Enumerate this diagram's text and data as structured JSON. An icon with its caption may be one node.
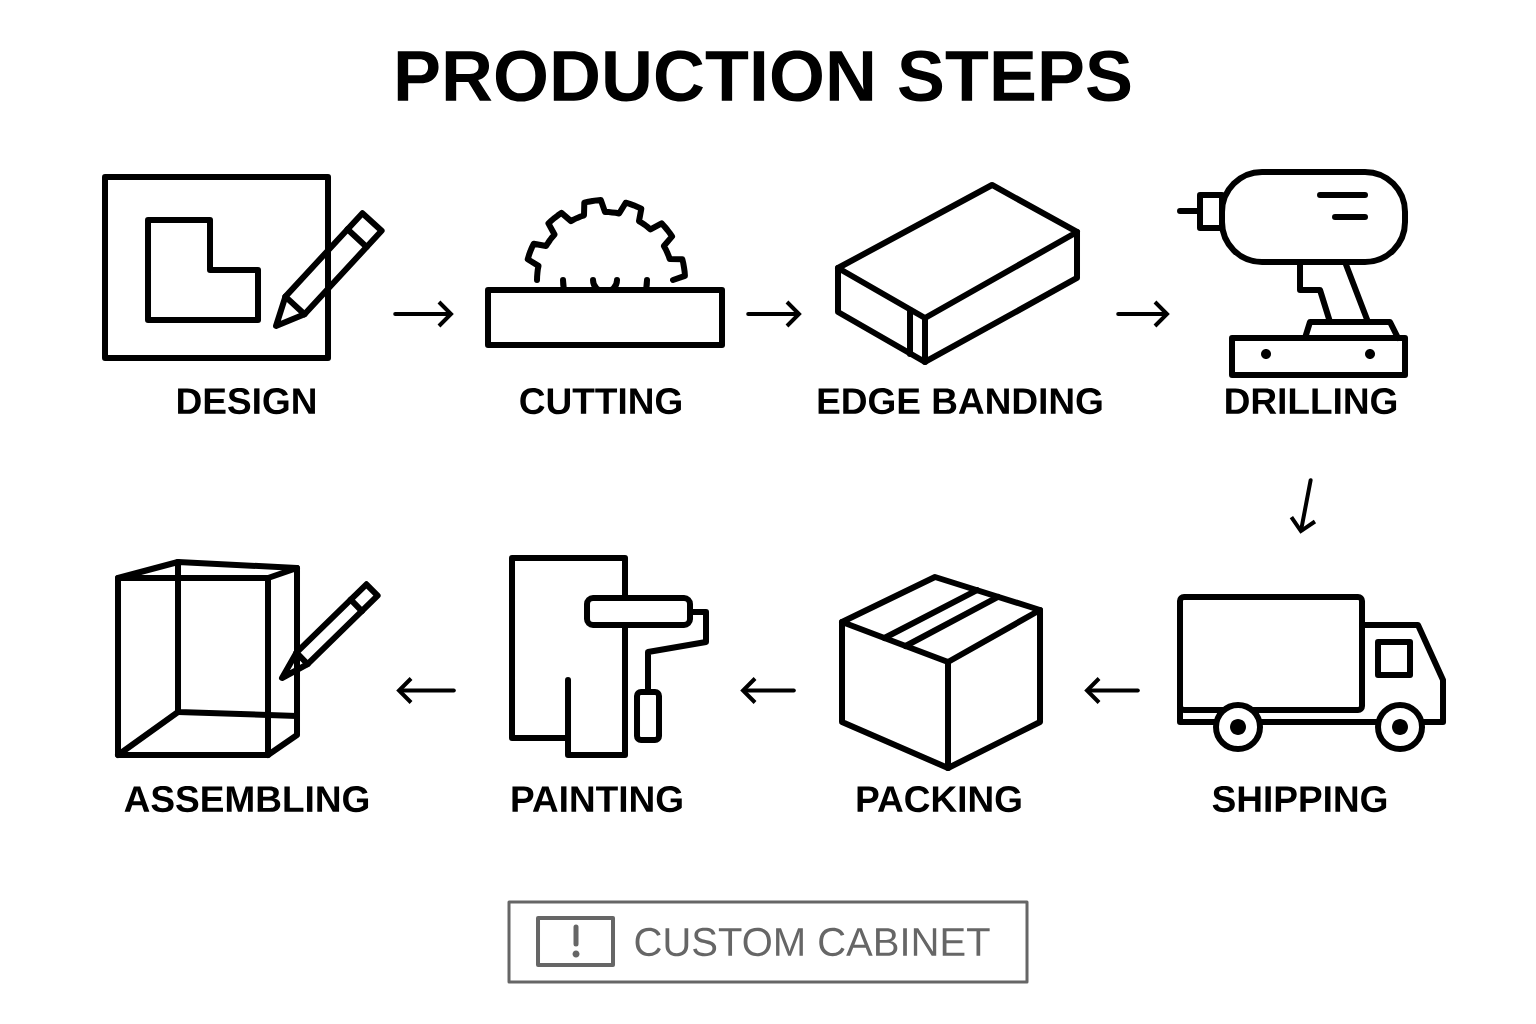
{
  "diagram": {
    "title": "PRODUCTION STEPS",
    "nodes": [
      {
        "text": [
          "DESIGN"
        ]
      },
      {
        "text": [
          "CUTTING"
        ]
      },
      {
        "text": [
          "EDGE BANDING"
        ]
      },
      {
        "text": [
          "DRILLING"
        ]
      },
      {
        "text": [
          "ASSEMBLING"
        ]
      },
      {
        "text": [
          "PAINTING"
        ]
      },
      {
        "text": [
          "PACKING"
        ]
      },
      {
        "text": [
          "SHIPPING"
        ]
      },
      {
        "text": [
          "CUSTOM CABINET"
        ]
      }
    ],
    "edges": [
      {
        "from": 0,
        "to": 1,
        "arrow": "to"
      },
      {
        "from": 1,
        "to": 2,
        "arrow": "to"
      },
      {
        "from": 2,
        "to": 3,
        "arrow": "to"
      },
      {
        "from": 3,
        "to": 7,
        "arrow": "to"
      },
      {
        "from": 7,
        "to": 6,
        "arrow": "to"
      },
      {
        "from": 6,
        "to": 5,
        "arrow": "to"
      },
      {
        "from": 5,
        "to": 4,
        "arrow": "to"
      }
    ]
  }
}
